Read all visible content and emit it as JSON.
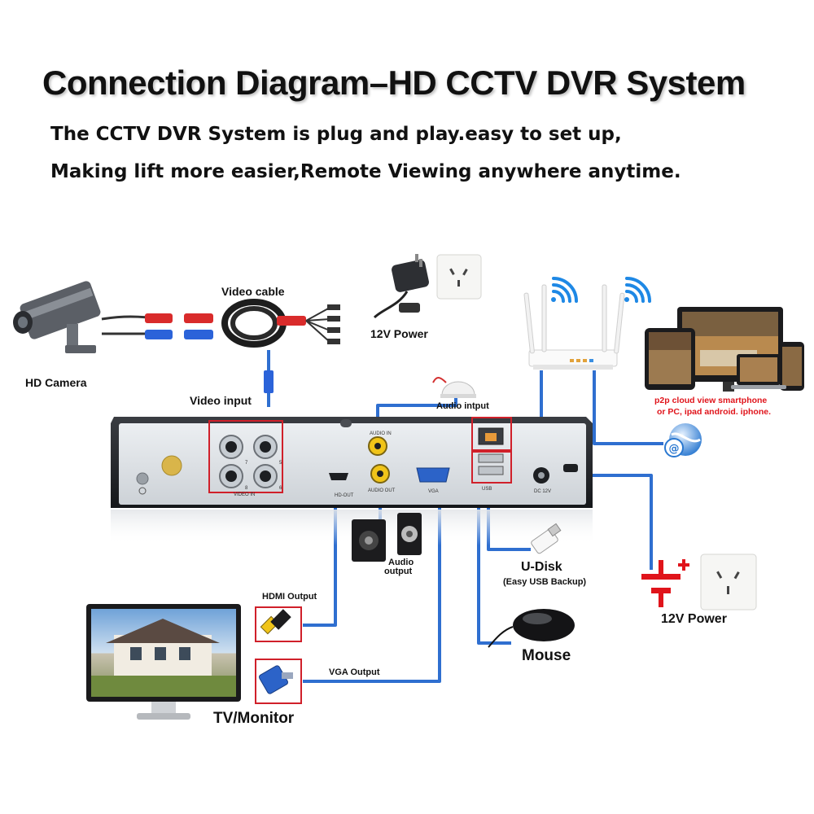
{
  "title": "Connection Diagram–HD CCTV DVR System",
  "subtitle_line1": "The CCTV DVR System is plug and play.easy to set up,",
  "subtitle_line2": "Making lift more easier,Remote Viewing anywhere anytime.",
  "labels": {
    "video_cable": "Video cable",
    "hd_camera": "HD Camera",
    "power_adapter": "12V Power",
    "video_input": "Video input",
    "audio_input": "Audio intput",
    "p2p_line1": "p2p cloud view smartphone",
    "p2p_line2": "or PC, ipad android. iphone.",
    "audio_output_line1": "Audio",
    "audio_output_line2": "output",
    "udisk": "U-Disk",
    "udisk_note": "(Easy USB Backup)",
    "mouse": "Mouse",
    "power_12v": "12V Power",
    "hdmi_output": "HDMI Output",
    "vga_output": "VGA Output",
    "tv_monitor": "TV/Monitor"
  },
  "dvr_panel": {
    "video_in": "VIDEO IN",
    "audio_in": "AUDIO IN",
    "hd_out": "HD-OUT",
    "audio_out": "AUDIO OUT",
    "vga": "VGA",
    "usb": "USB",
    "dc12v": "DC 12V",
    "ch5": "5",
    "ch6": "6",
    "ch7": "7",
    "ch8": "8"
  },
  "colors": {
    "wire": "#2f6fd0",
    "highlight_box": "#d0202a",
    "p2p_text": "#e0141b"
  }
}
